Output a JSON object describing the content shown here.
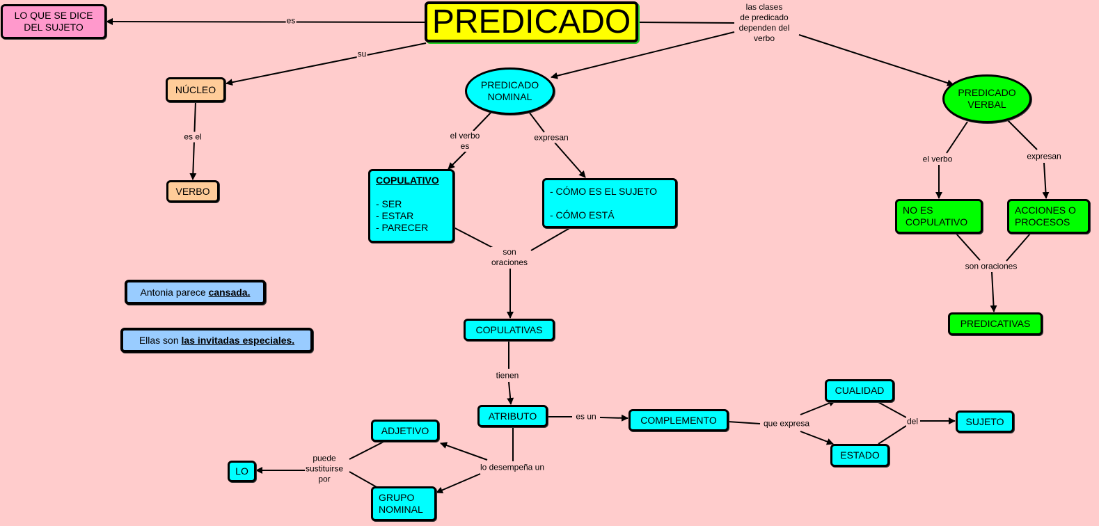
{
  "colors": {
    "background": "#ffcccc",
    "title": "#ffff00",
    "nominal": "#00ffff",
    "verbal": "#00ff00",
    "nucleo": "#ffcc99",
    "definition": "#ff99cc",
    "example": "#99ccff"
  },
  "nodes": {
    "predicado": "PREDICADO",
    "lo_que_se_dice": [
      "LO QUE SE DICE",
      "DEL SUJETO"
    ],
    "nucleo": "NÚCLEO",
    "verbo": "VERBO",
    "predicado_nominal": [
      "PREDICADO",
      "NOMINAL"
    ],
    "predicado_verbal": [
      "PREDICADO",
      "VERBAL"
    ],
    "copulativo": {
      "title": "COPULATIVO",
      "items": [
        "- SER",
        "- ESTAR",
        "- PARECER"
      ]
    },
    "como": [
      "- CÓMO ES EL SUJETO",
      "- CÓMO ESTÁ"
    ],
    "copulativas": "COPULATIVAS",
    "no_es_copulativo": [
      "NO ES",
      "COPULATIVO"
    ],
    "acciones": [
      "ACCIONES O",
      "PROCESOS"
    ],
    "predicativas": "PREDICATIVAS",
    "atributo": "ATRIBUTO",
    "complemento": "COMPLEMENTO",
    "cualidad": "CUALIDAD",
    "estado": "ESTADO",
    "sujeto": "SUJETO",
    "adjetivo": "ADJETIVO",
    "grupo_nominal": [
      "GRUPO",
      "NOMINAL"
    ],
    "lo": "LO",
    "example1": {
      "text": "Antonia parece ",
      "bold": "cansada."
    },
    "example2": {
      "text": "Ellas son ",
      "bold": "las invitadas especiales."
    }
  },
  "links": {
    "es": "es",
    "su": "su",
    "clases": [
      "las clases",
      "de predicado",
      "dependen del",
      "verbo"
    ],
    "es_el": "es el",
    "el_verbo_es": [
      "el verbo",
      "es"
    ],
    "expresan_n": "expresan",
    "son_oraciones_n": [
      "son",
      "oraciones"
    ],
    "el_verbo": "el verbo",
    "expresan_v": "expresan",
    "son_oraciones_v": "son oraciones",
    "tienen": "tienen",
    "es_un": "es un",
    "que_expresa": "que expresa",
    "del": "del",
    "lo_desempena": "lo desempeña un",
    "puede_sustituirse": [
      "puede",
      "sustituirse",
      "por"
    ]
  }
}
